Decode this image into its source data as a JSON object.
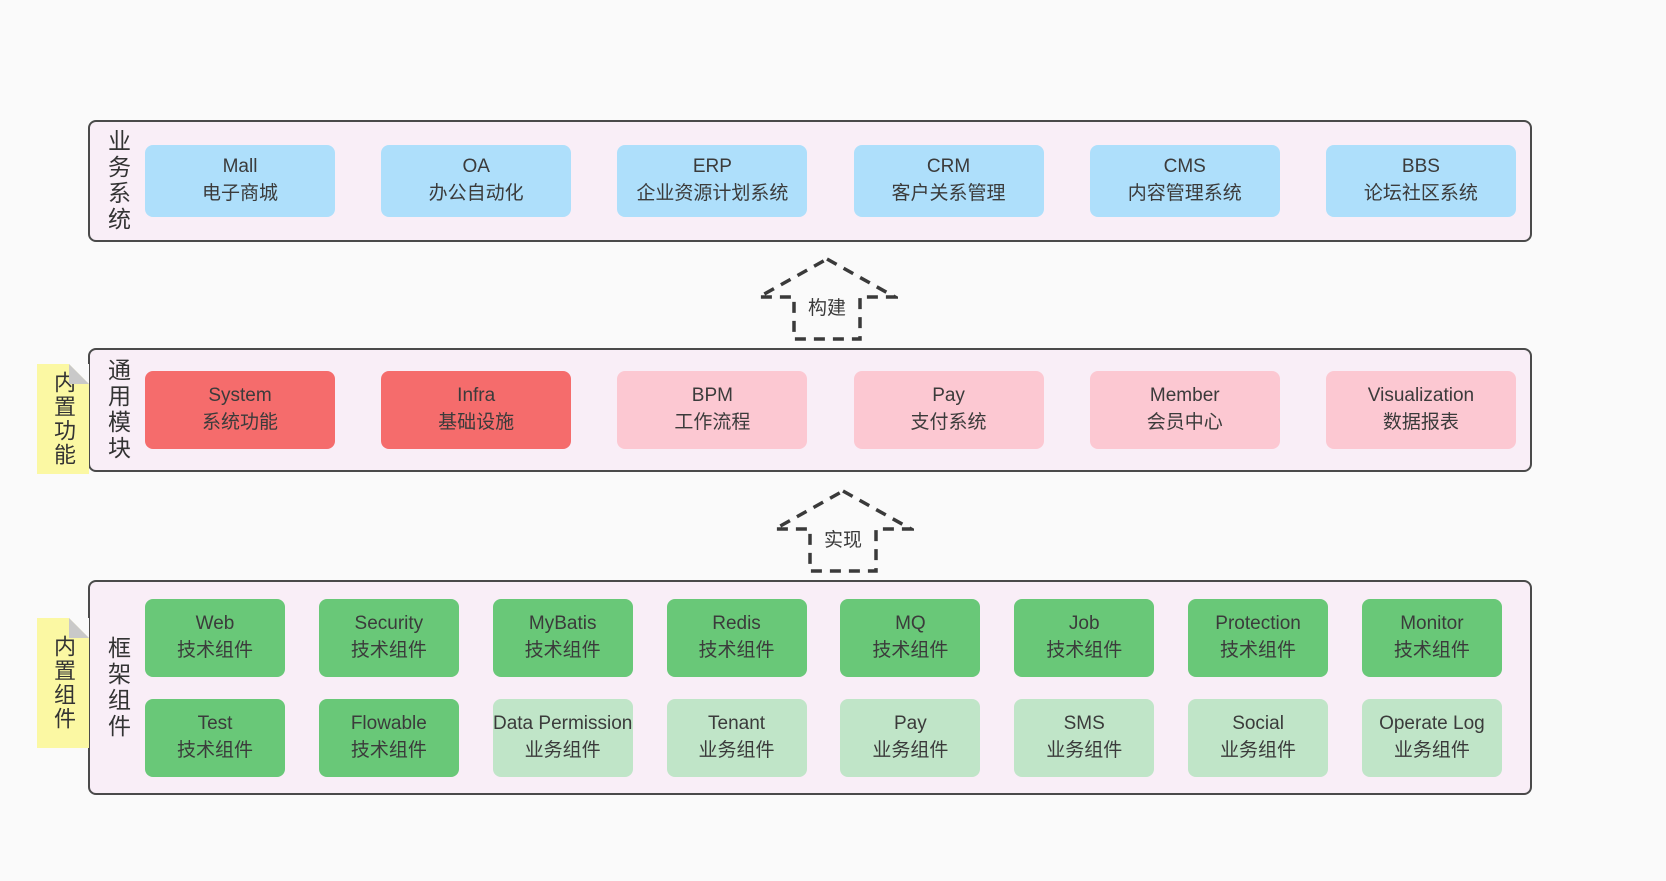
{
  "colors": {
    "page_bg": "#fafafa",
    "panel_bg": "#f9eef7",
    "panel_border": "#4a4a4a",
    "box_blue": "#aedffb",
    "box_red": "#f56c6c",
    "box_pink": "#fcc8d2",
    "box_green_dark": "#69c878",
    "box_green_light": "#c0e5c8",
    "sticky_yellow": "#fbf8a3",
    "sticky_fold_gray": "#c9c9c9",
    "text": "#3b3b3b"
  },
  "arrows": [
    {
      "label": "构建"
    },
    {
      "label": "实现"
    }
  ],
  "sections": [
    {
      "label": "业务系统",
      "boxes": [
        {
          "en": "Mall",
          "zh": "电子商城"
        },
        {
          "en": "OA",
          "zh": "办公自动化"
        },
        {
          "en": "ERP",
          "zh": "企业资源计划系统"
        },
        {
          "en": "CRM",
          "zh": "客户关系管理"
        },
        {
          "en": "CMS",
          "zh": "内容管理系统"
        },
        {
          "en": "BBS",
          "zh": "论坛社区系统"
        }
      ]
    },
    {
      "label": "通用模块",
      "sticky": "内置功能",
      "boxes": [
        {
          "en": "System",
          "zh": "系统功能"
        },
        {
          "en": "Infra",
          "zh": "基础设施"
        },
        {
          "en": "BPM",
          "zh": "工作流程"
        },
        {
          "en": "Pay",
          "zh": "支付系统"
        },
        {
          "en": "Member",
          "zh": "会员中心"
        },
        {
          "en": "Visualization",
          "zh": "数据报表"
        }
      ]
    },
    {
      "label": "框架组件",
      "sticky": "内置组件",
      "rows": [
        {
          "boxes": [
            {
              "en": "Web",
              "zh": "技术组件"
            },
            {
              "en": "Security",
              "zh": "技术组件"
            },
            {
              "en": "MyBatis",
              "zh": "技术组件"
            },
            {
              "en": "Redis",
              "zh": "技术组件"
            },
            {
              "en": "MQ",
              "zh": "技术组件"
            },
            {
              "en": "Job",
              "zh": "技术组件"
            },
            {
              "en": "Protection",
              "zh": "技术组件"
            },
            {
              "en": "Monitor",
              "zh": "技术组件"
            }
          ]
        },
        {
          "boxes": [
            {
              "en": "Test",
              "zh": "技术组件"
            },
            {
              "en": "Flowable",
              "zh": "技术组件"
            },
            {
              "en": "Data Permission",
              "zh": "业务组件"
            },
            {
              "en": "Tenant",
              "zh": "业务组件"
            },
            {
              "en": "Pay",
              "zh": "业务组件"
            },
            {
              "en": "SMS",
              "zh": "业务组件"
            },
            {
              "en": "Social",
              "zh": "业务组件"
            },
            {
              "en": "Operate Log",
              "zh": "业务组件"
            }
          ]
        }
      ]
    }
  ]
}
